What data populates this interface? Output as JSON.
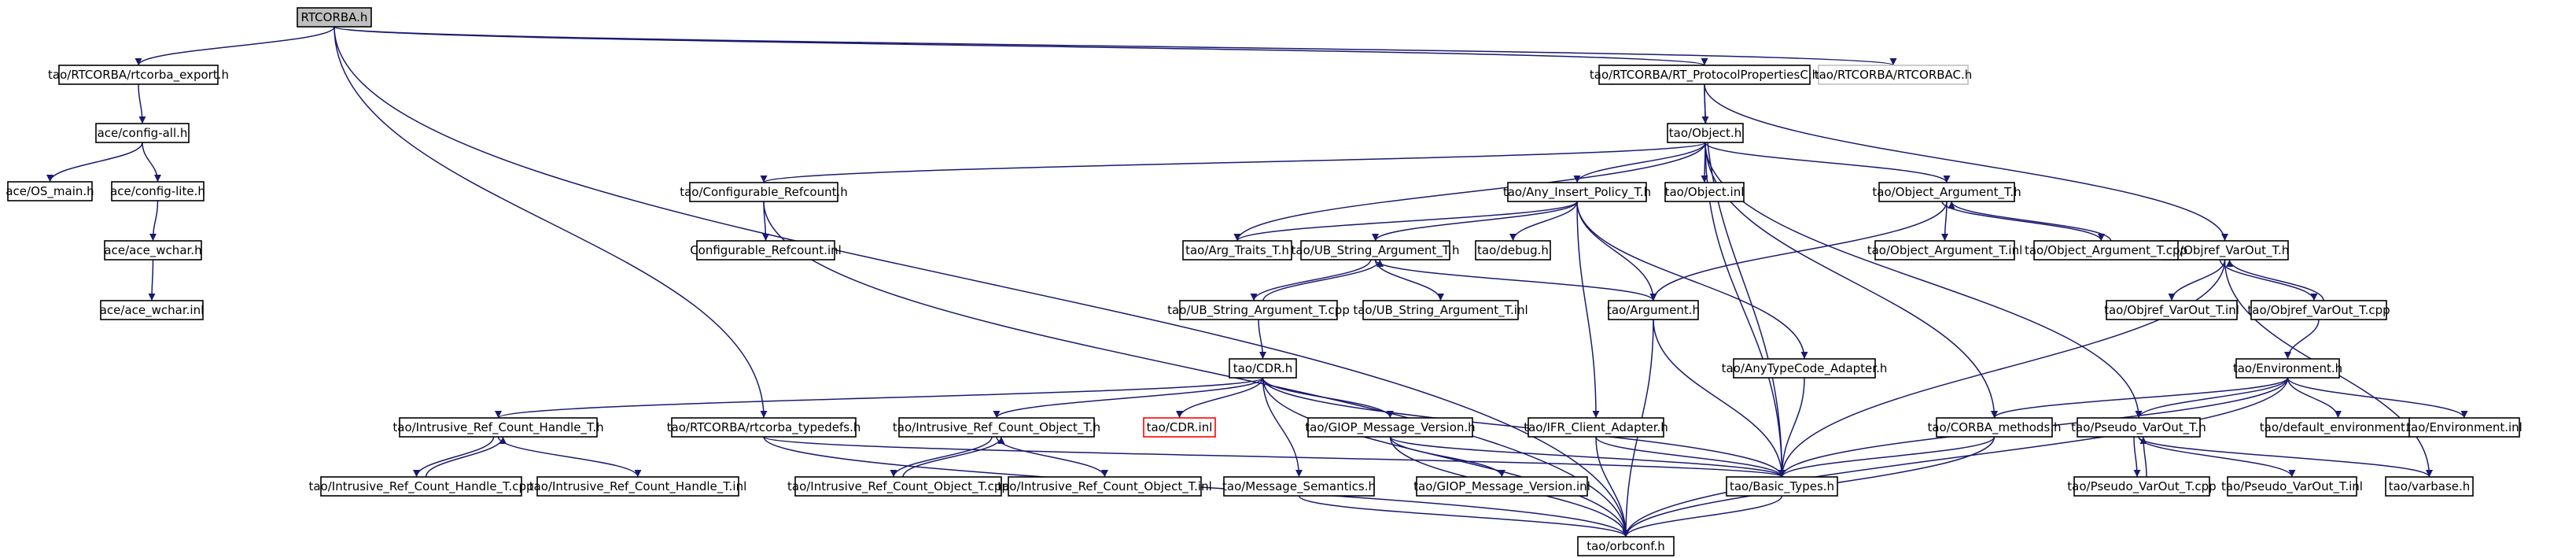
{
  "graph": {
    "nodes": [
      {
        "id": "root",
        "label": "RTCORBA.h",
        "style": "root"
      },
      {
        "id": "rtcorba_export",
        "label": "tao/RTCORBA/rtcorba_export.h"
      },
      {
        "id": "rt_protocol",
        "label": "tao/RTCORBA/RT_ProtocolPropertiesC.h"
      },
      {
        "id": "rtcorbac",
        "label": "tao/RTCORBA/RTCORBAC.h",
        "style": "external"
      },
      {
        "id": "config_all",
        "label": "ace/config-all.h"
      },
      {
        "id": "os_main",
        "label": "ace/OS_main.h"
      },
      {
        "id": "config_lite",
        "label": "ace/config-lite.h"
      },
      {
        "id": "ace_wchar_h",
        "label": "ace/ace_wchar.h"
      },
      {
        "id": "ace_wchar_inl",
        "label": "ace/ace_wchar.inl"
      },
      {
        "id": "object_h",
        "label": "tao/Object.h"
      },
      {
        "id": "configurable_refcount",
        "label": "tao/Configurable_Refcount.h"
      },
      {
        "id": "configurable_refcount_inl",
        "label": "Configurable_Refcount.inl"
      },
      {
        "id": "any_insert_policy",
        "label": "tao/Any_Insert_Policy_T.h"
      },
      {
        "id": "object_inl",
        "label": "tao/Object.inl"
      },
      {
        "id": "object_argument_t",
        "label": "tao/Object_Argument_T.h"
      },
      {
        "id": "objref_varout_t",
        "label": "tao/Objref_VarOut_T.h"
      },
      {
        "id": "arg_traits",
        "label": "tao/Arg_Traits_T.h"
      },
      {
        "id": "ub_string_argument_t",
        "label": "tao/UB_String_Argument_T.h"
      },
      {
        "id": "debug_h",
        "label": "tao/debug.h"
      },
      {
        "id": "object_argument_t_inl",
        "label": "tao/Object_Argument_T.inl"
      },
      {
        "id": "object_argument_t_cpp",
        "label": "tao/Object_Argument_T.cpp"
      },
      {
        "id": "ub_string_argument_t_cpp",
        "label": "tao/UB_String_Argument_T.cpp"
      },
      {
        "id": "ub_string_argument_t_inl",
        "label": "tao/UB_String_Argument_T.inl"
      },
      {
        "id": "argument_h",
        "label": "tao/Argument.h"
      },
      {
        "id": "objref_varout_t_inl",
        "label": "tao/Objref_VarOut_T.inl"
      },
      {
        "id": "objref_varout_t_cpp",
        "label": "tao/Objref_VarOut_T.cpp"
      },
      {
        "id": "cdr_h",
        "label": "tao/CDR.h"
      },
      {
        "id": "anytypecode_adapter",
        "label": "tao/AnyTypeCode_Adapter.h"
      },
      {
        "id": "environment_h",
        "label": "tao/Environment.h"
      },
      {
        "id": "intrusive_ref_count_handle_t",
        "label": "tao/Intrusive_Ref_Count_Handle_T.h"
      },
      {
        "id": "rtcorba_typedefs",
        "label": "tao/RTCORBA/rtcorba_typedefs.h"
      },
      {
        "id": "intrusive_ref_count_object_t",
        "label": "tao/Intrusive_Ref_Count_Object_T.h"
      },
      {
        "id": "cdr_inl",
        "label": "tao/CDR.inl",
        "style": "missing"
      },
      {
        "id": "giop_message_version",
        "label": "tao/GIOP_Message_Version.h"
      },
      {
        "id": "ifr_client_adapter",
        "label": "tao/IFR_Client_Adapter.h"
      },
      {
        "id": "corba_methods",
        "label": "tao/CORBA_methods.h"
      },
      {
        "id": "pseudo_varout_t",
        "label": "tao/Pseudo_VarOut_T.h"
      },
      {
        "id": "default_environment",
        "label": "tao/default_environment.h"
      },
      {
        "id": "environment_inl",
        "label": "tao/Environment.inl"
      },
      {
        "id": "intrusive_ref_count_handle_t_cpp",
        "label": "tao/Intrusive_Ref_Count_Handle_T.cpp"
      },
      {
        "id": "intrusive_ref_count_handle_t_inl",
        "label": "tao/Intrusive_Ref_Count_Handle_T.inl"
      },
      {
        "id": "intrusive_ref_count_object_t_cpp",
        "label": "tao/Intrusive_Ref_Count_Object_T.cpp"
      },
      {
        "id": "intrusive_ref_count_object_t_inl",
        "label": "tao/Intrusive_Ref_Count_Object_T.inl"
      },
      {
        "id": "message_semantics",
        "label": "tao/Message_Semantics.h"
      },
      {
        "id": "giop_message_version_inl",
        "label": "tao/GIOP_Message_Version.inl"
      },
      {
        "id": "basic_types",
        "label": "tao/Basic_Types.h"
      },
      {
        "id": "pseudo_varout_t_cpp",
        "label": "tao/Pseudo_VarOut_T.cpp"
      },
      {
        "id": "pseudo_varout_t_inl",
        "label": "tao/Pseudo_VarOut_T.inl"
      },
      {
        "id": "varbase",
        "label": "tao/varbase.h"
      },
      {
        "id": "orbconf",
        "label": "tao/orbconf.h"
      }
    ],
    "edges": [
      [
        "root",
        "rtcorba_export"
      ],
      [
        "root",
        "rt_protocol"
      ],
      [
        "root",
        "rtcorbac"
      ],
      [
        "root",
        "rtcorba_typedefs"
      ],
      [
        "root",
        "orbconf"
      ],
      [
        "rtcorba_export",
        "config_all"
      ],
      [
        "config_all",
        "os_main"
      ],
      [
        "config_all",
        "config_lite"
      ],
      [
        "config_lite",
        "ace_wchar_h"
      ],
      [
        "ace_wchar_h",
        "ace_wchar_inl"
      ],
      [
        "rt_protocol",
        "object_h"
      ],
      [
        "rt_protocol",
        "objref_varout_t"
      ],
      [
        "rt_protocol",
        "basic_types"
      ],
      [
        "object_h",
        "configurable_refcount"
      ],
      [
        "object_h",
        "any_insert_policy"
      ],
      [
        "object_h",
        "object_inl"
      ],
      [
        "object_h",
        "object_argument_t"
      ],
      [
        "object_h",
        "arg_traits"
      ],
      [
        "object_h",
        "corba_methods"
      ],
      [
        "object_h",
        "pseudo_varout_t"
      ],
      [
        "object_h",
        "basic_types"
      ],
      [
        "configurable_refcount",
        "configurable_refcount_inl"
      ],
      [
        "configurable_refcount",
        "orbconf"
      ],
      [
        "any_insert_policy",
        "arg_traits"
      ],
      [
        "any_insert_policy",
        "ub_string_argument_t"
      ],
      [
        "any_insert_policy",
        "debug_h"
      ],
      [
        "any_insert_policy",
        "argument_h"
      ],
      [
        "any_insert_policy",
        "anytypecode_adapter"
      ],
      [
        "any_insert_policy",
        "ifr_client_adapter"
      ],
      [
        "object_argument_t",
        "object_argument_t_inl"
      ],
      [
        "object_argument_t",
        "object_argument_t_cpp"
      ],
      [
        "object_argument_t",
        "argument_h"
      ],
      [
        "object_argument_t_cpp",
        "object_argument_t"
      ],
      [
        "ub_string_argument_t",
        "ub_string_argument_t_cpp"
      ],
      [
        "ub_string_argument_t",
        "ub_string_argument_t_inl"
      ],
      [
        "ub_string_argument_t",
        "argument_h"
      ],
      [
        "ub_string_argument_t_cpp",
        "ub_string_argument_t"
      ],
      [
        "ub_string_argument_t_cpp",
        "cdr_h"
      ],
      [
        "argument_h",
        "basic_types"
      ],
      [
        "argument_h",
        "orbconf"
      ],
      [
        "objref_varout_t",
        "objref_varout_t_inl"
      ],
      [
        "objref_varout_t",
        "objref_varout_t_cpp"
      ],
      [
        "objref_varout_t",
        "basic_types"
      ],
      [
        "objref_varout_t",
        "varbase"
      ],
      [
        "objref_varout_t_cpp",
        "objref_varout_t"
      ],
      [
        "objref_varout_t_cpp",
        "environment_h"
      ],
      [
        "environment_h",
        "corba_methods"
      ],
      [
        "environment_h",
        "pseudo_varout_t"
      ],
      [
        "environment_h",
        "default_environment"
      ],
      [
        "environment_h",
        "environment_inl"
      ],
      [
        "environment_h",
        "basic_types"
      ],
      [
        "environment_h",
        "orbconf"
      ],
      [
        "cdr_h",
        "intrusive_ref_count_handle_t"
      ],
      [
        "cdr_h",
        "intrusive_ref_count_object_t"
      ],
      [
        "cdr_h",
        "cdr_inl"
      ],
      [
        "cdr_h",
        "giop_message_version"
      ],
      [
        "cdr_h",
        "message_semantics"
      ],
      [
        "cdr_h",
        "basic_types"
      ],
      [
        "cdr_h",
        "orbconf"
      ],
      [
        "intrusive_ref_count_handle_t",
        "intrusive_ref_count_handle_t_cpp"
      ],
      [
        "intrusive_ref_count_handle_t",
        "intrusive_ref_count_handle_t_inl"
      ],
      [
        "intrusive_ref_count_handle_t_cpp",
        "intrusive_ref_count_handle_t"
      ],
      [
        "intrusive_ref_count_object_t",
        "intrusive_ref_count_object_t_cpp"
      ],
      [
        "intrusive_ref_count_object_t",
        "intrusive_ref_count_object_t_inl"
      ],
      [
        "intrusive_ref_count_object_t_cpp",
        "intrusive_ref_count_object_t"
      ],
      [
        "rtcorba_typedefs",
        "basic_types"
      ],
      [
        "rtcorba_typedefs",
        "orbconf"
      ],
      [
        "giop_message_version",
        "giop_message_version_inl"
      ],
      [
        "giop_message_version",
        "basic_types"
      ],
      [
        "giop_message_version",
        "orbconf"
      ],
      [
        "ifr_client_adapter",
        "basic_types"
      ],
      [
        "ifr_client_adapter",
        "orbconf"
      ],
      [
        "anytypecode_adapter",
        "basic_types"
      ],
      [
        "corba_methods",
        "basic_types"
      ],
      [
        "corba_methods",
        "orbconf"
      ],
      [
        "pseudo_varout_t",
        "pseudo_varout_t_cpp"
      ],
      [
        "pseudo_varout_t",
        "pseudo_varout_t_inl"
      ],
      [
        "pseudo_varout_t",
        "varbase"
      ],
      [
        "pseudo_varout_t_cpp",
        "pseudo_varout_t"
      ],
      [
        "message_semantics",
        "orbconf"
      ],
      [
        "basic_types",
        "orbconf"
      ]
    ]
  }
}
